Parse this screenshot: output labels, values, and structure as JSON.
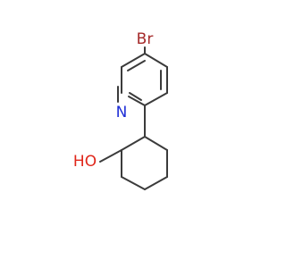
{
  "molecule": {
    "labels": {
      "bromine": "Br",
      "nitrogen": "N",
      "hydroxyl": "HO"
    },
    "colors": {
      "bond": "#3b3b3b",
      "bromine": "#a52a2a",
      "nitrogen": "#1f2fd6",
      "oxygen": "#e0261a",
      "background": "#ffffff"
    }
  }
}
